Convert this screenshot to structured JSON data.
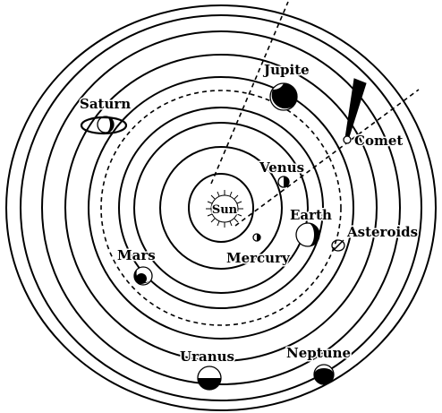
{
  "diagram": {
    "labels": {
      "sun": "Sun",
      "mercury": "Mercury",
      "venus": "Venus",
      "earth": "Earth",
      "mars": "Mars",
      "asteroids": "Asteroids",
      "jupiter": "Jupite",
      "saturn": "Saturn",
      "uranus": "Uranus",
      "neptune": "Neptune",
      "comet": "Comet"
    }
  }
}
